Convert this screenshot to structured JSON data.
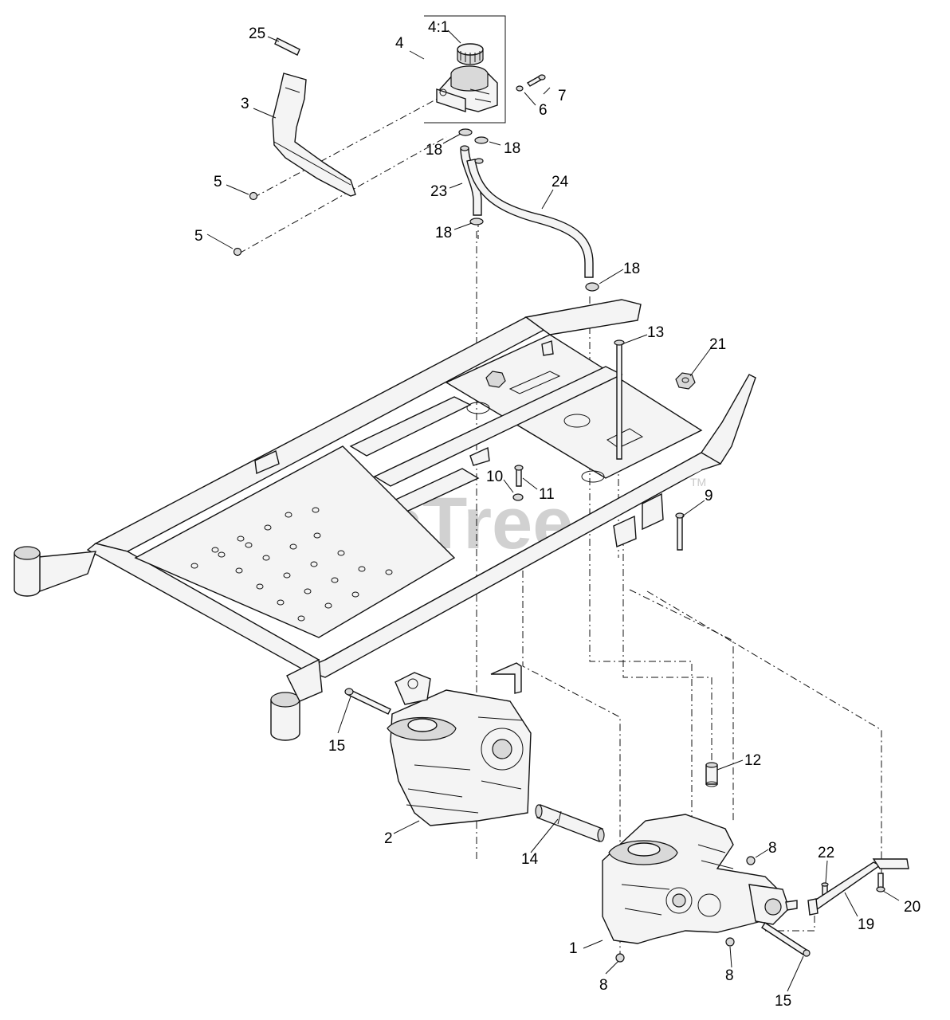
{
  "diagram": {
    "watermark": "PartsTree",
    "trademark": "TM",
    "labels": [
      {
        "id": "l25",
        "text": "25"
      },
      {
        "id": "l4",
        "text": "4"
      },
      {
        "id": "l41",
        "text": "4:1"
      },
      {
        "id": "l7",
        "text": "7"
      },
      {
        "id": "l6",
        "text": "6"
      },
      {
        "id": "l3",
        "text": "3"
      },
      {
        "id": "l18a",
        "text": "18"
      },
      {
        "id": "l18b",
        "text": "18"
      },
      {
        "id": "l5a",
        "text": "5"
      },
      {
        "id": "l23",
        "text": "23"
      },
      {
        "id": "l24",
        "text": "24"
      },
      {
        "id": "l5b",
        "text": "5"
      },
      {
        "id": "l18c",
        "text": "18"
      },
      {
        "id": "l18d",
        "text": "18"
      },
      {
        "id": "l13",
        "text": "13"
      },
      {
        "id": "l21",
        "text": "21"
      },
      {
        "id": "l10",
        "text": "10"
      },
      {
        "id": "l11",
        "text": "11"
      },
      {
        "id": "l9",
        "text": "9"
      },
      {
        "id": "l15a",
        "text": "15"
      },
      {
        "id": "l12",
        "text": "12"
      },
      {
        "id": "l2",
        "text": "2"
      },
      {
        "id": "l14",
        "text": "14"
      },
      {
        "id": "l8a",
        "text": "8"
      },
      {
        "id": "l22",
        "text": "22"
      },
      {
        "id": "l20",
        "text": "20"
      },
      {
        "id": "l19",
        "text": "19"
      },
      {
        "id": "l1",
        "text": "1"
      },
      {
        "id": "l8b",
        "text": "8"
      },
      {
        "id": "l8c",
        "text": "8"
      },
      {
        "id": "l15b",
        "text": "15"
      }
    ]
  }
}
